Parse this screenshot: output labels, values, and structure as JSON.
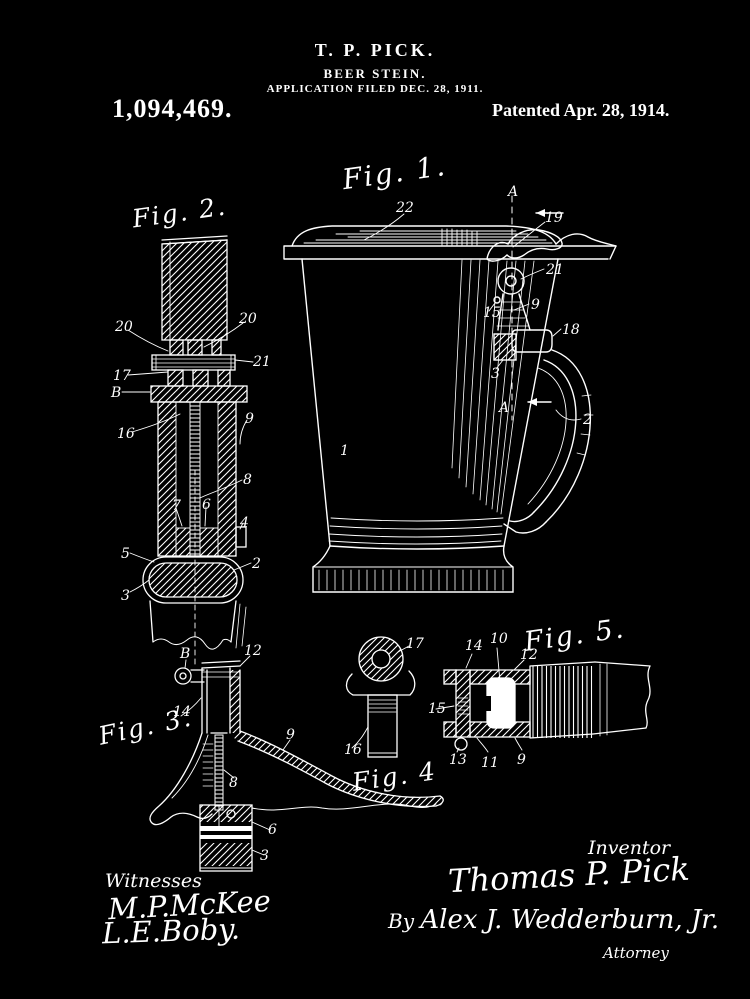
{
  "header": {
    "inventor_name": "T. P. PICK.",
    "invention_title": "BEER STEIN.",
    "application_line": "APPLICATION FILED DEC. 28, 1911.",
    "patent_number": "1,094,469.",
    "patented_line": "Patented Apr. 28, 1914."
  },
  "figures": {
    "fig1": {
      "label": "Fig. 1.",
      "refs": [
        "22",
        "A",
        "19",
        "21",
        "9",
        "18",
        "15",
        "3",
        "A",
        "2",
        "1"
      ]
    },
    "fig2": {
      "label": "Fig. 2.",
      "refs": [
        "20",
        "20",
        "21",
        "17",
        "B",
        "16",
        "9",
        "8",
        "7",
        "6",
        "4",
        "5",
        "2",
        "3"
      ]
    },
    "fig3": {
      "label": "Fig. 3.",
      "refs": [
        "B",
        "12",
        "14",
        "9",
        "8",
        "6",
        "3"
      ]
    },
    "fig4": {
      "label": "Fig. 4",
      "refs": [
        "17",
        "16"
      ]
    },
    "fig5": {
      "label": "Fig. 5.",
      "refs": [
        "14",
        "10",
        "12",
        "15",
        "13",
        "11",
        "9"
      ]
    }
  },
  "signatures": {
    "witnesses_heading": "Witnesses",
    "witness_1": "M.P.McKee",
    "witness_2": "L.E.Boby.",
    "inventor_heading": "Inventor",
    "inventor_signature": "Thomas P. Pick",
    "by_prefix": "By",
    "attorney_signature": "Alex J. Wedderburn, Jr.",
    "attorney_heading": "Attorney"
  },
  "colors": {
    "background": "#000000",
    "ink": "#ffffff"
  }
}
